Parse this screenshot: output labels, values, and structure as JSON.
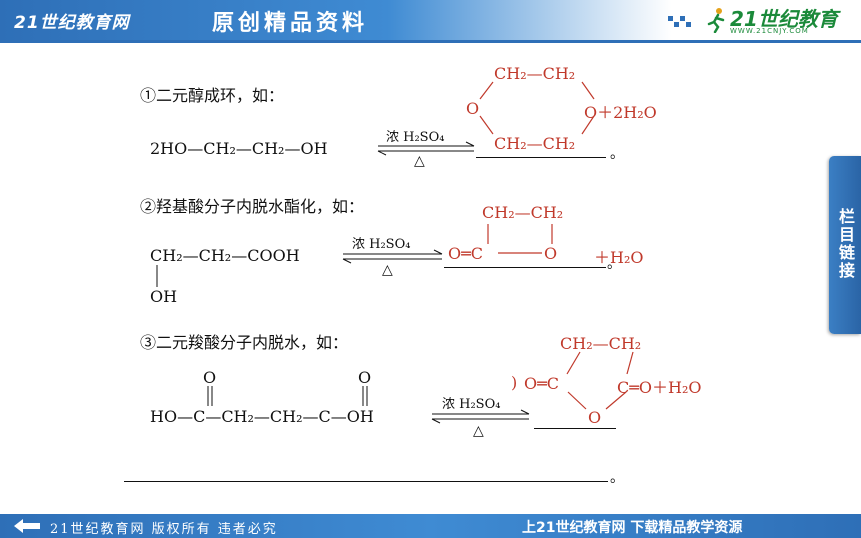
{
  "header": {
    "site": "21世纪教育网",
    "tagline": "原创精品资料",
    "logo_main": "21世纪教育",
    "logo_sub": "WWW.21CNJY.COM"
  },
  "side_tab": {
    "label": "栏目链接"
  },
  "footer": {
    "left": "21世纪教育网 版权所有 违者必究",
    "right": "上21世纪教育网 下载精品教学资源"
  },
  "colors": {
    "brand_blue": "#2e6fb7",
    "product_red": "#c0392b"
  },
  "items": [
    {
      "label": "①二元醇成环，如：",
      "reactant": "2HO—CH₂—CH₂—OH",
      "condition": "浓 H₂SO₄",
      "heat": "△",
      "product": {
        "top": "CH₂—CH₂",
        "left": "O",
        "right": "O＋2H₂O",
        "bottom": "CH₂—CH₂"
      },
      "end": "。"
    },
    {
      "label": "②羟基酸分子内脱水酯化，如：",
      "reactant_main": "CH₂—CH₂—COOH",
      "reactant_sub": "OH",
      "condition": "浓 H₂SO₄",
      "heat": "△",
      "product": {
        "top": "CH₂—CH₂",
        "left": "O═C",
        "right": "O",
        "water": "＋H₂O"
      },
      "end": "。"
    },
    {
      "label": "③二元羧酸分子内脱水，如：",
      "reactant": {
        "o1": "O",
        "o2": "O",
        "chain": "HO—C—CH₂—CH₂—C—OH"
      },
      "condition": "浓 H₂SO₄",
      "heat": "△",
      "product": {
        "top": "CH₂—CH₂",
        "left": "O═C",
        "right": "C═O＋H₂O",
        "bottom": "O",
        "mark": ")"
      },
      "end": "。"
    }
  ]
}
